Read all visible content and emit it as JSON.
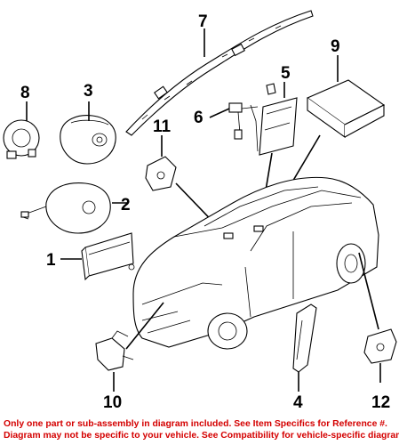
{
  "callouts": [
    "1",
    "2",
    "3",
    "4",
    "5",
    "6",
    "7",
    "8",
    "9",
    "10",
    "11",
    "12"
  ],
  "footer": {
    "line1": "Only one part or sub-assembly in diagram included. See Item Specifics for Reference #.",
    "line2": "Diagram may not be specific to your vehicle. See Compatibility for vehicle-specific diagrams."
  },
  "colors": {
    "footer_text": "#d40000",
    "line_art": "#000000",
    "background": "#ffffff"
  }
}
